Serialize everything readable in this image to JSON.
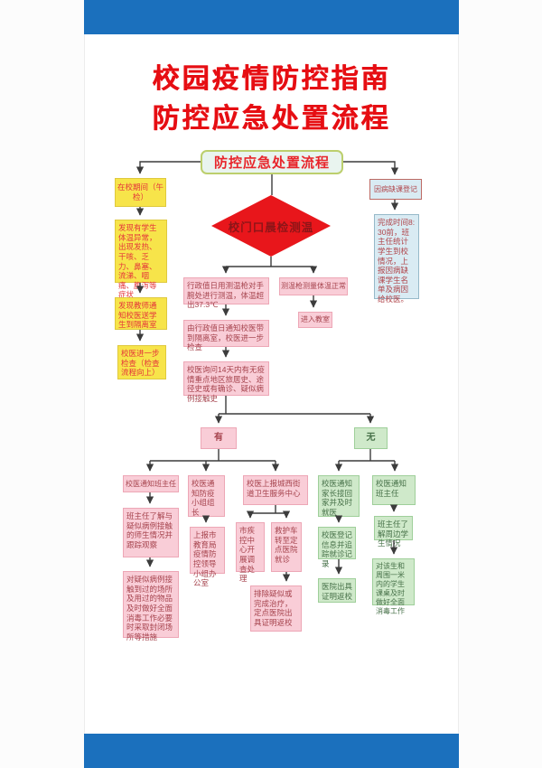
{
  "title": {
    "line1": "校园疫情防控指南",
    "line2": "防控应急处置流程"
  },
  "header": {
    "label": "防控应急处置流程"
  },
  "campus_column": {
    "period": "在校期间（午检）",
    "symptoms": "发现有学生体温异常，出现发热、干咳、乏力、鼻塞、流涕、咽痛、腹泻等症状",
    "notify": "发现教师通知校医送学生到隔离室",
    "recheck": "校医进一步检查（检查流程向上）"
  },
  "absence_column": {
    "register": "因病缺课登记",
    "detail": "完成时间8:30前，班主任统计学生到校情况，上报因病缺课学生名单及病因给校医。"
  },
  "morning_check": {
    "diamond": "校门口晨检测温",
    "abnormal_steps": [
      "行政值日用测温枪对手腕处进行测温，体温超出37.3℃",
      "由行政值日通知校医带到隔离室，校医进一步检查",
      "校医询问14天内有无疫情重点地区旅居史、途径史或有确诊、疑似病例接触史"
    ],
    "normal_steps": [
      "测温枪测量体温正常",
      "进入教室"
    ],
    "yes_label": "有",
    "no_label": "无"
  },
  "yes_branch": {
    "col1": [
      "校医通知班主任",
      "班主任了解与疑似病例接触的师生情况并跟踪观察",
      "对疑似病例接触到过的场所及用过的物品及时做好全面消毒工作必要时采取封闭场所等措施"
    ],
    "col2": [
      "校医通知防疫小组组长",
      "上报市教育局疫情防控领导小组办公室"
    ],
    "col3": [
      "校医上报城西街道卫生服务中心",
      "市疾控中心开展调查处理",
      "救护车转至定点医院就诊",
      "排除疑似或完成治疗，定点医院出具证明返校"
    ]
  },
  "no_branch": {
    "col1": [
      "校医通知家长接回家并及时就医",
      "校医登记信息并追踪就诊记录",
      "医院出具证明返校"
    ],
    "col2": [
      "校医通知班主任",
      "班主任了解周边学生情况",
      "对该生和周围一米内的学生课桌及时做好全面消毒工作"
    ]
  },
  "colors": {
    "banner_blue": "#1b70bd",
    "title_red": "#e60e13",
    "diamond_red": "#e8161b",
    "yellow_box": "#f7e44a",
    "pink_box": "#f9cdd7",
    "green_box": "#cfe9ca",
    "light_blue_box": "#d9ebf3"
  }
}
